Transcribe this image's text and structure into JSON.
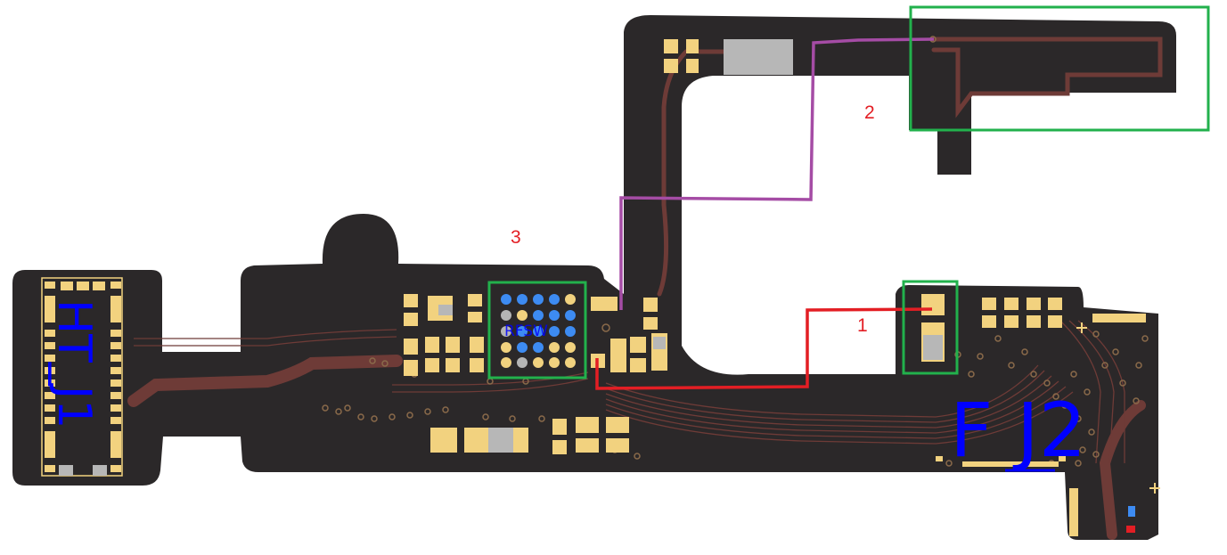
{
  "colors": {
    "board": "#2b2829",
    "pad": "#f2d27f",
    "copper": "#6e3b37",
    "silkscreen": "#0000ff",
    "highlight_box": "#22b14c",
    "wire_1": "#e31e24",
    "wire_2": "#a54ca5",
    "callout_text": "#e31e24",
    "bga_ball": "#3d8bf2",
    "bga_ball_alt": "#b5b5b5",
    "component_body": "#b7b7b7"
  },
  "callouts": {
    "one": "1",
    "two": "2",
    "three": "3"
  },
  "silkscreen": {
    "ht_j1": "HT_J1",
    "f_j2": "F J2",
    "bga_designator": "RFSW"
  }
}
